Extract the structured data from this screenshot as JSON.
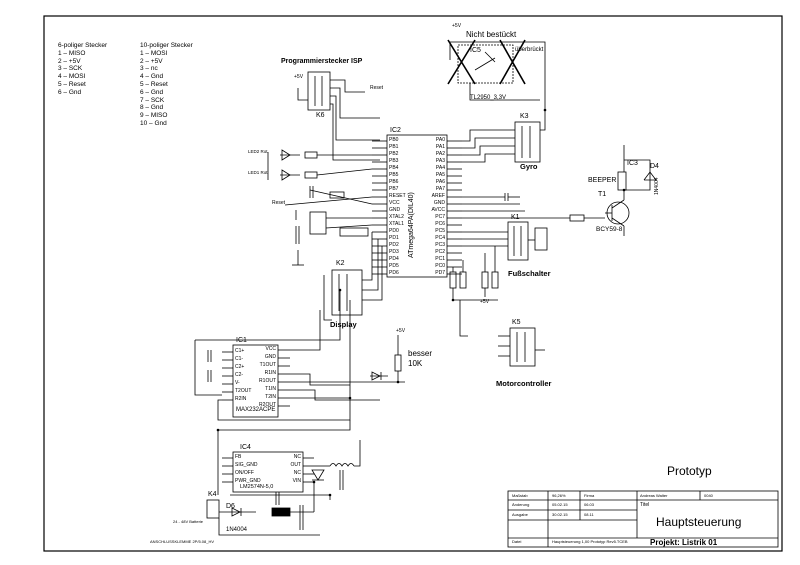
{
  "legend": {
    "title_6pin": "6-poliger Stecker",
    "title_10pin": "10-poliger Stecker",
    "pins_6": [
      "1 – MISO",
      "2 – +5V",
      "3 – SCK",
      "4 – MOSI",
      "5 – Reset",
      "6 – Gnd"
    ],
    "pins_10": [
      "1 – MOSI",
      "2 – +5V",
      "3 – nc",
      "4 – Gnd",
      "5 – Reset",
      "6 – Gnd",
      "7 – SCK",
      "8 – Gnd",
      "9 – MISO",
      "10 – Gnd"
    ]
  },
  "labels": {
    "isp": "Programmierstecker ISP",
    "k6": "K6",
    "reset": "Reset",
    "nicht_bestueckt": "Nicht bestückt",
    "ic5": "IC5",
    "ueberbrueckt": "überbrückt",
    "reg": "TL2950_3,3V",
    "k3": "K3",
    "gyro": "Gyro",
    "ic2": "IC2",
    "mcu": "ATmega64PA(DIL40)",
    "ic3": "IC3",
    "beeper": "BEEPER",
    "d4": "D4",
    "d4_part": "1N4004",
    "t1": "T1",
    "t1_part": "BCY59-8",
    "k1": "K1",
    "fussschalter": "Fußschalter",
    "k2": "K2",
    "display": "Display",
    "k5": "K5",
    "motorcontroller": "Motorcontroller",
    "ic1": "IC1",
    "max232": "MAX232ACPE",
    "besser": "besser",
    "r10k": "10K",
    "ic4": "IC4",
    "lm2574": "LM2574N-5,0",
    "k4": "K4",
    "d6": "D6",
    "d6_part": "1N4004",
    "akku": "24 - 48V Batterie",
    "led_rot": "LED2 Rot",
    "led_gruen": "LED1 Rot",
    "supply": "+5V",
    "prototyp": "Prototyp",
    "bottom_note": "ANSCHLUSSKLEMME 2P/5.08_HV"
  },
  "mcu_pins_left": [
    "PB0",
    "PB1",
    "PB2",
    "PB3",
    "PB4",
    "PB5",
    "PB6",
    "PB7",
    "RESET",
    "VCC",
    "GND",
    "XTAL2",
    "XTAL1",
    "PD0",
    "PD1",
    "PD2",
    "PD3",
    "PD4",
    "PD5",
    "PD6"
  ],
  "mcu_pins_right": [
    "PA0",
    "PA1",
    "PA2",
    "PA3",
    "PA4",
    "PA5",
    "PA6",
    "PA7",
    "AREF",
    "GND",
    "AVCC",
    "PC7",
    "PC6",
    "PC5",
    "PC4",
    "PC3",
    "PC2",
    "PC1",
    "PC0",
    "PD7"
  ],
  "max_pins_left": [
    "C1+",
    "C1-",
    "C2+",
    "C2-",
    "V-",
    "T2OUT",
    "R2IN"
  ],
  "max_pins_right": [
    "VCC",
    "GND",
    "T1OUT",
    "R1IN",
    "R1OUT",
    "T1IN",
    "T2IN",
    "R2OUT"
  ],
  "lm_pins_left": [
    "FB",
    "SIG_GND",
    "ON/OFF",
    "PWR_GND"
  ],
  "lm_pins_right": [
    "NC",
    "OUT",
    "NC",
    "VIN"
  ],
  "title_block": {
    "row1": [
      "Maßstab",
      "96,26%",
      "Firma",
      "Andreas Walter",
      "0040"
    ],
    "row2": [
      "Änderung",
      "05.02.15",
      "06.03",
      "Titel"
    ],
    "row3": [
      "Ausgabe",
      "30.02.15",
      "08.11"
    ],
    "row4": [
      "Datei",
      "Hauptsteuerung 1,00 Prototyp Rev5.TCEB"
    ],
    "title": "Hauptsteuerung",
    "project": "Projekt: Listrik 01"
  }
}
